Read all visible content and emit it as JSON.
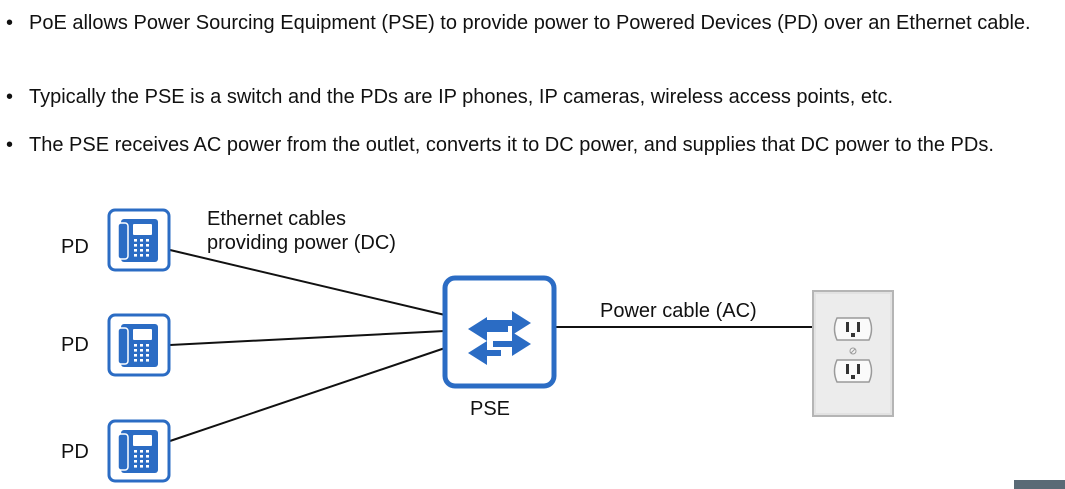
{
  "bullets": [
    "PoE allows Power Sourcing Equipment (PSE) to provide power to Powered Devices (PD) over an Ethernet cable.",
    "Typically the PSE is a switch and the PDs are IP phones, IP cameras, wireless access points, etc.",
    "The PSE receives AC power from the outlet, converts it to DC power, and supplies that DC power to the PDs."
  ],
  "diagram": {
    "pd_labels": [
      "PD",
      "PD",
      "PD"
    ],
    "pse_label": "PSE",
    "ethernet_label_line1": "Ethernet cables",
    "ethernet_label_line2": "providing power (DC)",
    "power_cable_label": "Power cable (AC)"
  },
  "icons": {
    "pd_device": "ip-phone-icon",
    "pse_device": "switch-icon",
    "power_source": "wall-outlet-icon"
  },
  "colors": {
    "device_blue": "#2b6cc4",
    "cable": "#111111",
    "outlet_plate": "#e2e2e2"
  }
}
